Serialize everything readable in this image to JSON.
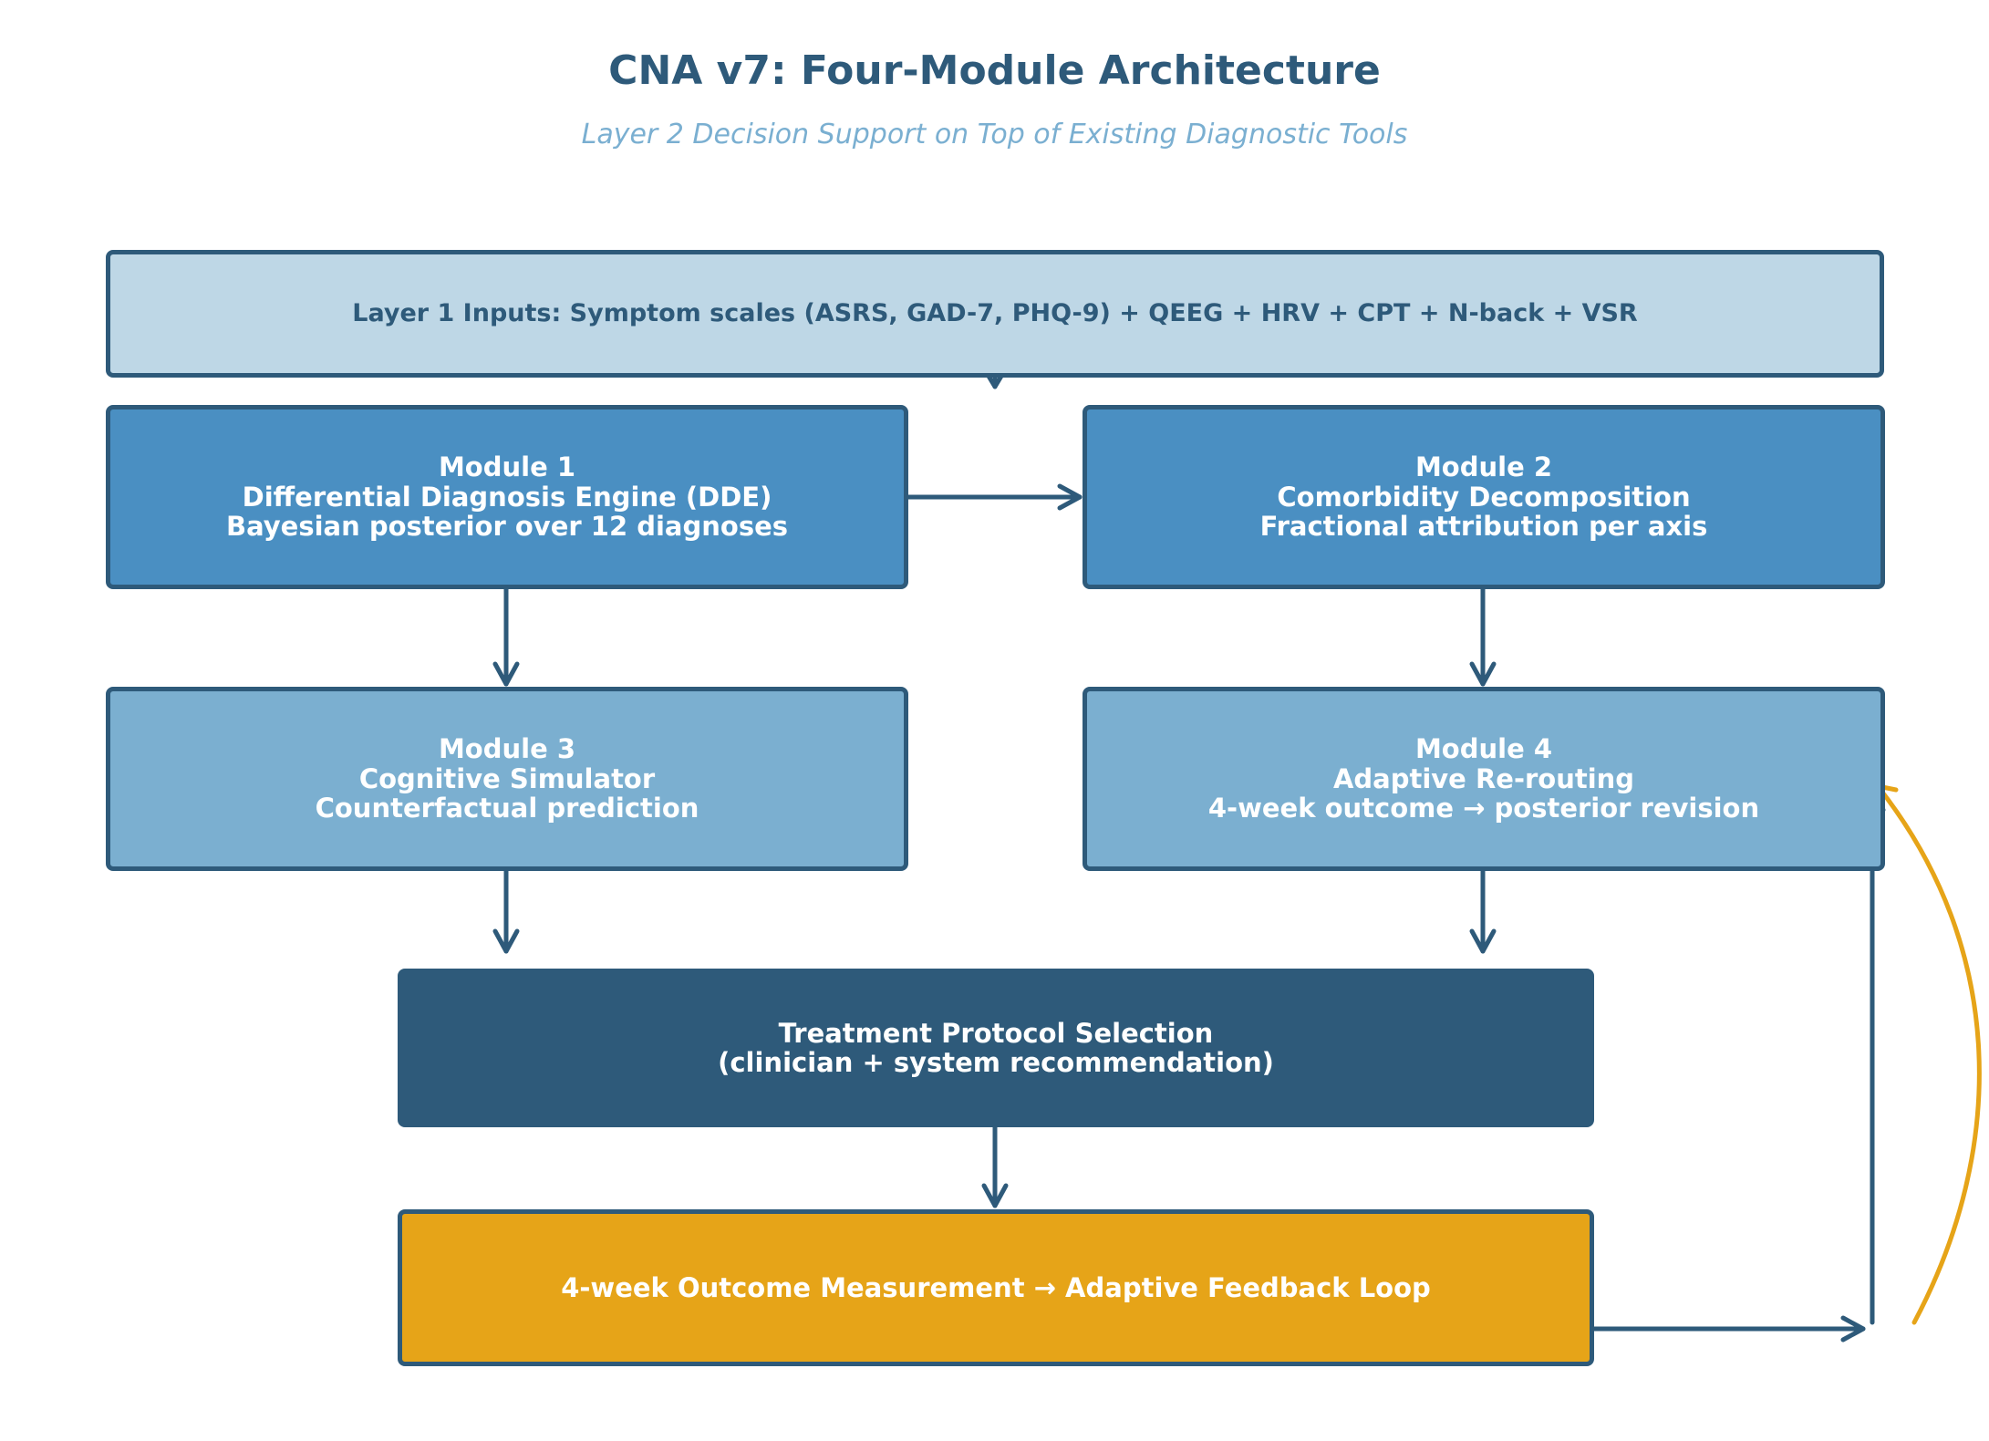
{
  "title": "CNA v7: Four-Module Architecture",
  "subtitle": "Layer 2 Decision Support on Top of Existing Diagnostic Tools",
  "colors": {
    "dark_blue": "#2e5a7a",
    "light_blue": "#bed7e6",
    "mid_blue": "#4a8fc2",
    "soft_blue": "#7bafd0",
    "amber": "#e6a418",
    "subtitle_blue": "#7aafd1"
  },
  "nodes": {
    "layer1": {
      "text": "Layer 1 Inputs: Symptom scales (ASRS, GAD-7, PHQ-9) + QEEG + HRV + CPT + N-back + VSR"
    },
    "module1": {
      "line1": "Module 1",
      "line2": "Differential Diagnosis Engine (DDE)",
      "line3": "Bayesian posterior over 12 diagnoses"
    },
    "module2": {
      "line1": "Module 2",
      "line2": "Comorbidity Decomposition",
      "line3": "Fractional attribution per axis"
    },
    "module3": {
      "line1": "Module 3",
      "line2": "Cognitive Simulator",
      "line3": "Counterfactual prediction"
    },
    "module4": {
      "line1": "Module 4",
      "line2": "Adaptive Re-routing",
      "line3": "4-week outcome → posterior revision"
    },
    "treatment": {
      "line1": "Treatment Protocol Selection",
      "line2": "(clinician + system recommendation)"
    },
    "outcome": {
      "text": "4-week Outcome Measurement → Adaptive Feedback Loop"
    }
  },
  "edges": [
    {
      "from": "layer1",
      "to": "module1-2"
    },
    {
      "from": "module1",
      "to": "module2"
    },
    {
      "from": "module1",
      "to": "module3"
    },
    {
      "from": "module2",
      "to": "module4"
    },
    {
      "from": "module3",
      "to": "treatment"
    },
    {
      "from": "module4",
      "to": "treatment"
    },
    {
      "from": "treatment",
      "to": "outcome"
    },
    {
      "from": "outcome",
      "to": "module4",
      "kind": "feedback"
    }
  ]
}
